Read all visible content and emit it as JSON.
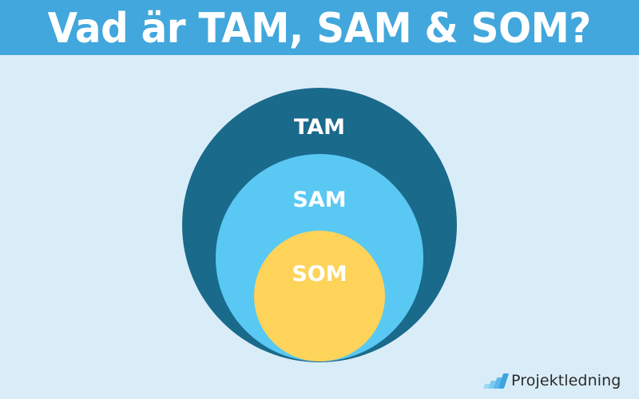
{
  "header": {
    "title": "Vad är TAM, SAM & SOM?",
    "background_color": "#42a7dc",
    "text_color": "#ffffff"
  },
  "diagram": {
    "type": "nested-circles",
    "background_color": "#d9edf8",
    "circles": [
      {
        "label": "TAM",
        "color": "#1a6a8c"
      },
      {
        "label": "SAM",
        "color": "#59c8f3"
      },
      {
        "label": "SOM",
        "color": "#fdd35a"
      }
    ]
  },
  "logo": {
    "icon": "ascending-bars-icon",
    "text": "Projektledning",
    "bar_colors": [
      "#9fd9f6",
      "#7ccaf1",
      "#5bb8ea",
      "#3fa3de"
    ]
  }
}
